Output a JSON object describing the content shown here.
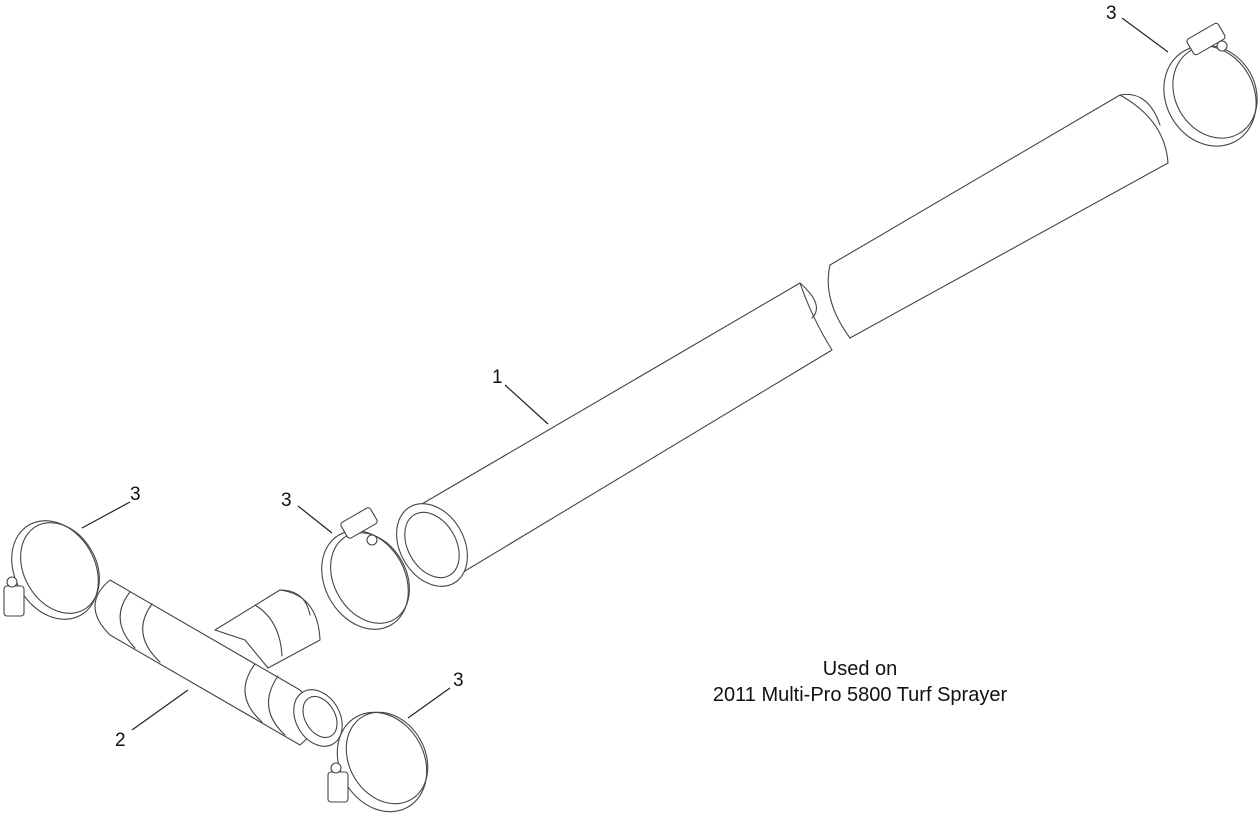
{
  "callouts": {
    "pipe": "1",
    "tee": "2",
    "clamp_top_right": "3",
    "clamp_left": "3",
    "clamp_middle": "3",
    "clamp_bottom": "3"
  },
  "note": {
    "line1": "Used on",
    "line2": "2011 Multi-Pro 5800 Turf Sprayer"
  }
}
